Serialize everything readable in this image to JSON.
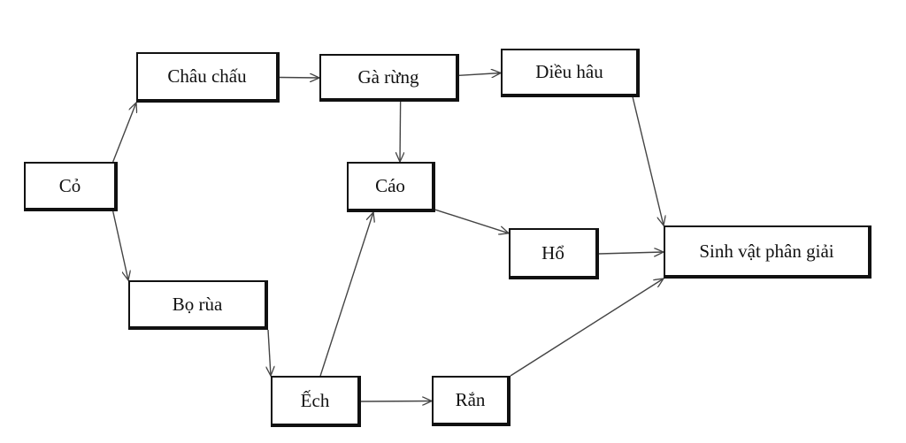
{
  "diagram": {
    "type": "food-web",
    "colors": {
      "line": "#444444",
      "border": "#111111",
      "text": "#111111"
    },
    "nodes": [
      {
        "id": "co",
        "label": "Cỏ"
      },
      {
        "id": "chau-chau",
        "label": "Châu chấu"
      },
      {
        "id": "ga-rung",
        "label": "Gà rừng"
      },
      {
        "id": "dieu-hau",
        "label": "Diều hâu"
      },
      {
        "id": "cao",
        "label": "Cáo"
      },
      {
        "id": "ho",
        "label": "Hổ"
      },
      {
        "id": "sinh-vat-phan-giai",
        "label": "Sinh vật phân giải"
      },
      {
        "id": "bo-rua",
        "label": "Bọ rùa"
      },
      {
        "id": "ech",
        "label": "Ếch"
      },
      {
        "id": "ran",
        "label": "Rắn"
      }
    ],
    "edges": [
      {
        "from": "co",
        "to": "chau-chau"
      },
      {
        "from": "co",
        "to": "bo-rua"
      },
      {
        "from": "chau-chau",
        "to": "ga-rung"
      },
      {
        "from": "ga-rung",
        "to": "dieu-hau"
      },
      {
        "from": "ga-rung",
        "to": "cao"
      },
      {
        "from": "dieu-hau",
        "to": "sinh-vat-phan-giai"
      },
      {
        "from": "cao",
        "to": "ho"
      },
      {
        "from": "ho",
        "to": "sinh-vat-phan-giai"
      },
      {
        "from": "bo-rua",
        "to": "ech"
      },
      {
        "from": "ech",
        "to": "cao"
      },
      {
        "from": "ech",
        "to": "ran"
      },
      {
        "from": "ran",
        "to": "sinh-vat-phan-giai"
      }
    ]
  }
}
